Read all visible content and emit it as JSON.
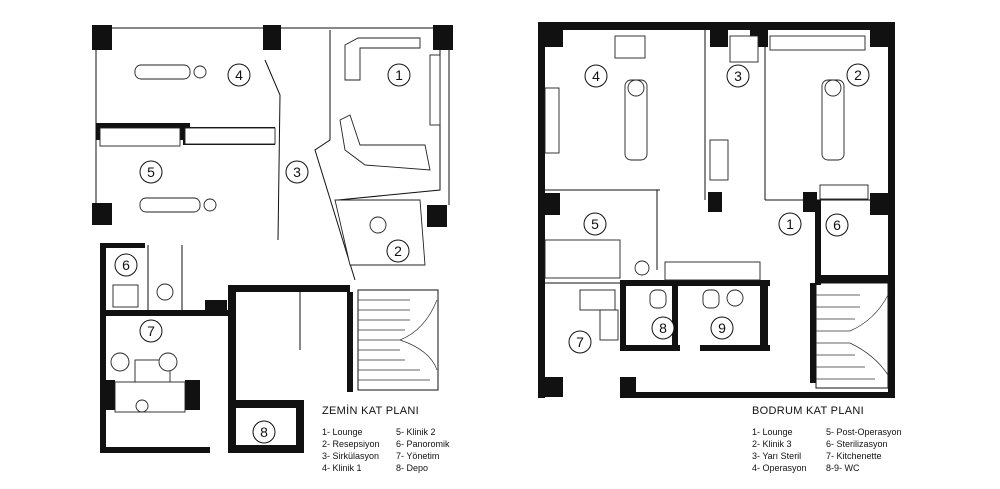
{
  "ground_floor": {
    "title": "ZEMİN KAT PLANI",
    "room_numbers": [
      "1",
      "2",
      "3",
      "4",
      "5",
      "6",
      "7",
      "8"
    ],
    "legend": [
      "1- Lounge",
      "2- Resepsiyon",
      "3- Sirkülasyon",
      "4- Klinik 1",
      "5- Klinik 2",
      "6- Panoromik",
      "7- Yönetim",
      "8- Depo"
    ]
  },
  "basement_floor": {
    "title": "BODRUM KAT PLANI",
    "room_numbers": [
      "1",
      "2",
      "3",
      "4",
      "5",
      "6",
      "7",
      "8",
      "9"
    ],
    "legend": [
      "1- Lounge",
      "2- Klinik 3",
      "3- Yarı Steril",
      "4- Operasyon",
      "5- Post-Operasyon",
      "6- Sterilizasyon",
      "7- Kitchenette",
      "8-9- WC"
    ]
  }
}
